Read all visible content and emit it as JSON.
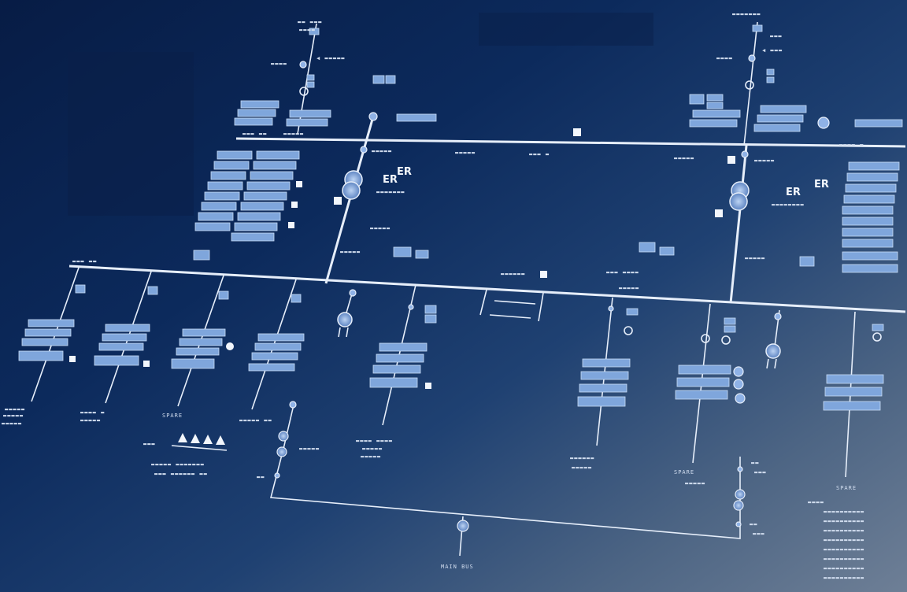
{
  "diagram": {
    "label_er_left": "ER",
    "label_er_right": "ER",
    "label_main_bus": "MAIN BUS",
    "label_spare": "SPARE"
  }
}
